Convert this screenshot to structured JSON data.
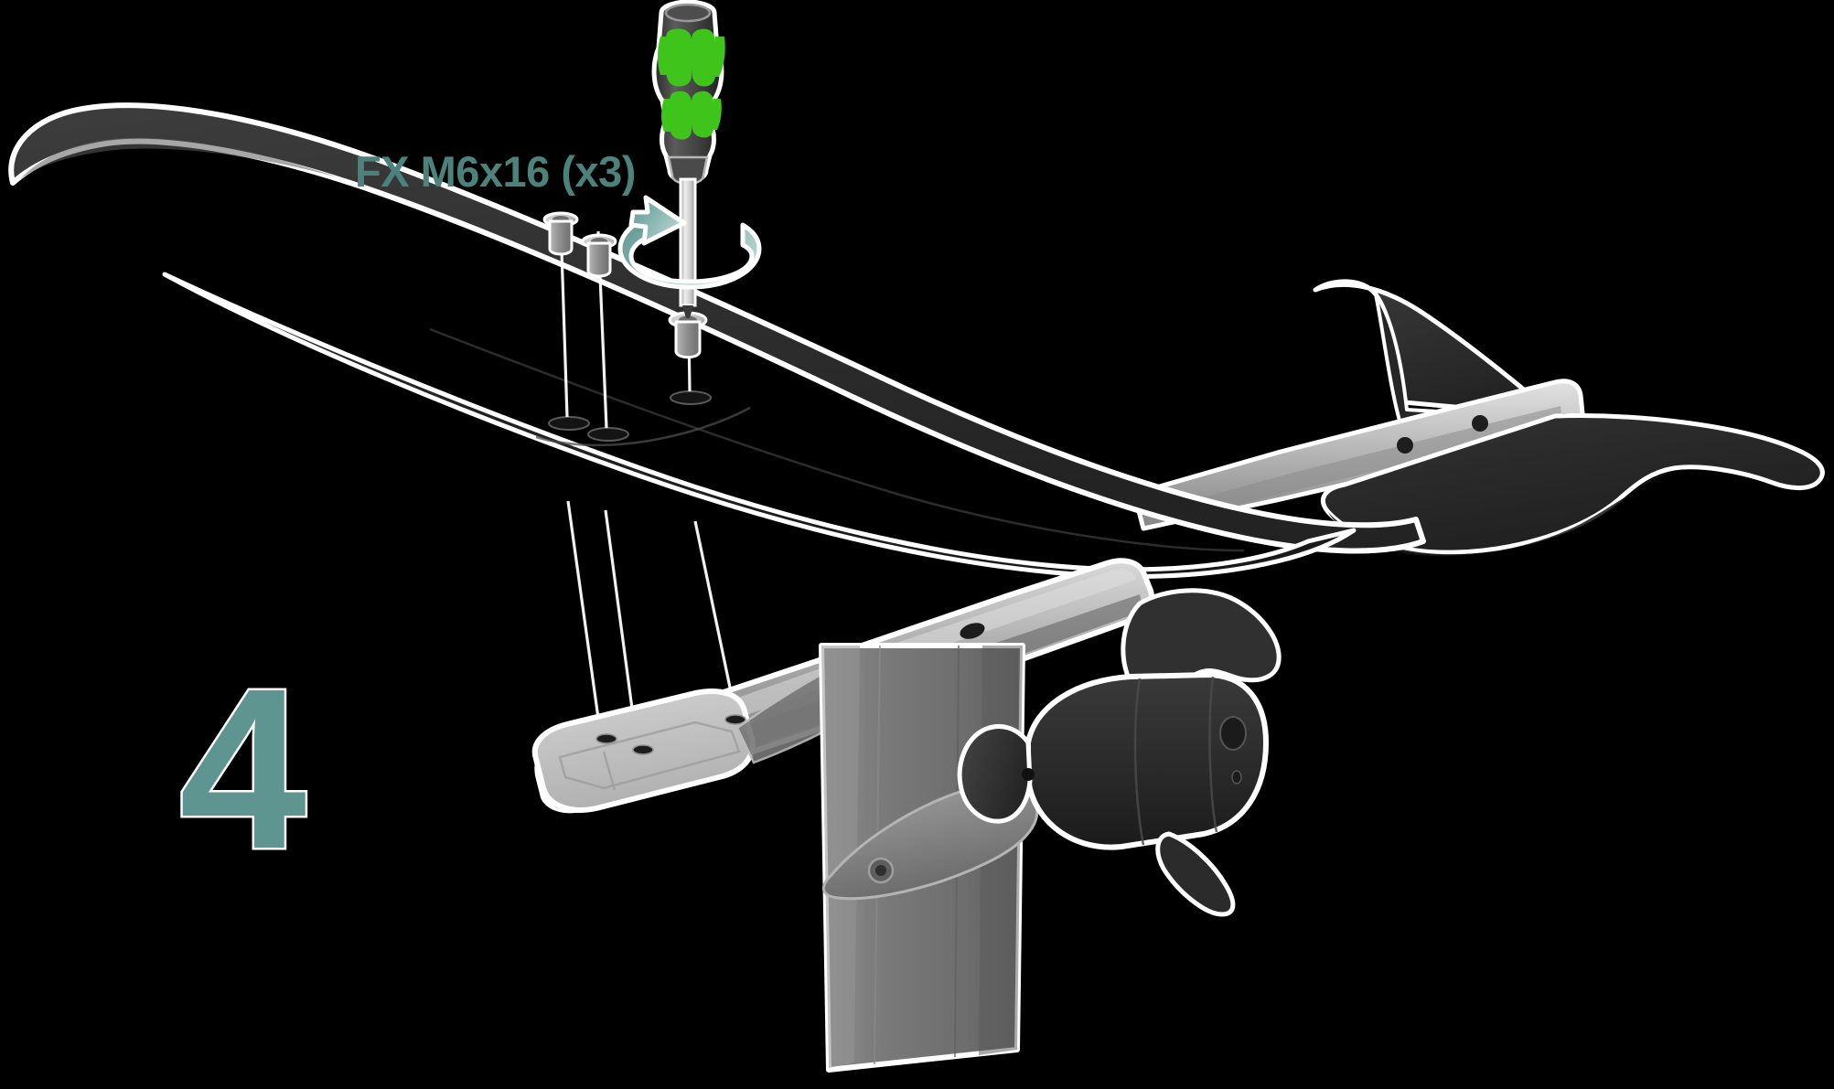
{
  "illustration": {
    "kind": "exploded-assembly-diagram",
    "subject": "hydrofoil front wing mounted to fuselage",
    "background_color": "#000000",
    "outline_color": "#ffffff",
    "accent_color": "#5f9590",
    "label_color": "#4c827c"
  },
  "step": {
    "number": "4",
    "number_fill": "#5f9590",
    "number_outline": "#ffffff"
  },
  "callouts": {
    "hardware_label": "FX M6x16 (x3)"
  },
  "tool": {
    "name": "screwdriver",
    "handle_body_color": "#4a4a4a",
    "handle_grip_color": "#3ec41a",
    "shaft_color": "#d7d7d7",
    "rotation_arrow_color": "#7fb0ab",
    "rotation_direction": "clockwise"
  },
  "parts": [
    {
      "id": "front-wing",
      "name": "front wing",
      "icon": "wing-icon",
      "fill_color": "#2e2e2e",
      "outline_color": "#ffffff",
      "hole_count": "3"
    },
    {
      "id": "fuselage",
      "name": "fuselage",
      "icon": "fuselage-icon",
      "fill_color": "#9a9a9a",
      "outline_color": "#ffffff"
    },
    {
      "id": "mounting-plate",
      "name": "mounting plate",
      "icon": "plate-icon",
      "fill_color": "#c4c4c4",
      "outline_color": "#ffffff",
      "hole_count": "3"
    },
    {
      "id": "rear-stabilizer",
      "name": "rear stabilizer wing",
      "icon": "stabilizer-icon",
      "fill_color": "#2e2e2e",
      "outline_color": "#ffffff"
    },
    {
      "id": "mast",
      "name": "mast",
      "icon": "mast-icon",
      "fill_color": "#7d7d7d",
      "outline_color": "#ffffff"
    },
    {
      "id": "motor-pod",
      "name": "motor pod",
      "icon": "motor-icon",
      "fill_color": "#2a2a2a",
      "outline_color": "#ffffff"
    },
    {
      "id": "screw-1",
      "name": "countersunk screw 1",
      "icon": "screw-icon",
      "fill_color": "#b5b5b5",
      "outline_color": "#ffffff"
    },
    {
      "id": "screw-2",
      "name": "countersunk screw 2",
      "icon": "screw-icon",
      "fill_color": "#b5b5b5",
      "outline_color": "#ffffff"
    },
    {
      "id": "screw-3",
      "name": "countersunk screw 3",
      "icon": "screw-icon",
      "fill_color": "#b5b5b5",
      "outline_color": "#ffffff"
    }
  ],
  "alignment_lines": {
    "count": "3",
    "color": "#ffffff",
    "description": "vertical assembly guide lines from screws through wing holes to mounting plate"
  }
}
